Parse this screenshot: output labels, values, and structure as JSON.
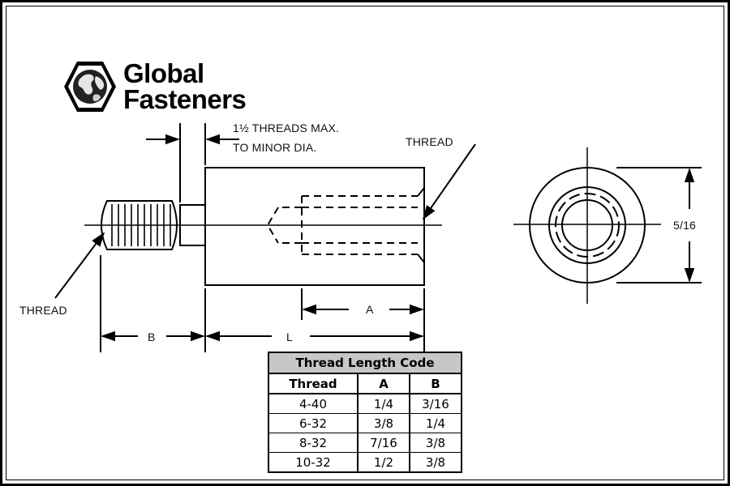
{
  "brand": {
    "line1": "Global",
    "line2": "Fasteners",
    "logo_icon": "hex-globe-icon"
  },
  "drawing": {
    "note_line1": "1½ THREADS MAX.",
    "note_line2": "TO MINOR DIA.",
    "thread_right": "THREAD",
    "thread_left": "THREAD",
    "dim_a": "A",
    "dim_b": "B",
    "dim_l": "L",
    "dim_diameter": "5/16"
  },
  "table": {
    "title": "Thread Length Code",
    "headers": [
      "Thread",
      "A",
      "B"
    ],
    "rows": [
      [
        "4-40",
        "1/4",
        "3/16"
      ],
      [
        "6-32",
        "3/8",
        "1/4"
      ],
      [
        "8-32",
        "7/16",
        "3/8"
      ],
      [
        "10-32",
        "1/2",
        "3/8"
      ]
    ]
  }
}
